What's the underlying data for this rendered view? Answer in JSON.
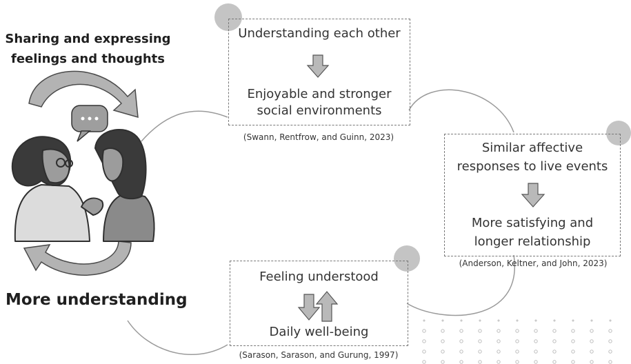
{
  "left": {
    "top_heading_line1": "Sharing and expressing",
    "top_heading_line2": "feelings and thoughts",
    "bottom_heading": "More understanding",
    "speech_bubble_text": "..."
  },
  "boxes": [
    {
      "id": "box-1",
      "line1": "Understanding each other",
      "line2": "Enjoyable and stronger",
      "line3": "social environments",
      "citation": "(Swann, Rentfrow, and Guinn, 2023)"
    },
    {
      "id": "box-2",
      "line1": "Similar affective",
      "line2": "responses to live events",
      "line3": "More satisfying and",
      "line4": "longer relationship",
      "citation": "(Anderson, Keltner, and John, 2023)"
    },
    {
      "id": "box-3",
      "line1": "Feeling understood",
      "line2": "Daily well-being",
      "citation": "(Sarason, Sarason, and Gurung, 1997)"
    }
  ],
  "colors": {
    "arrow_fill": "#b9b9b9",
    "circle_fill": "#c4c4c4",
    "box_border": "#777777",
    "text": "#333333"
  }
}
